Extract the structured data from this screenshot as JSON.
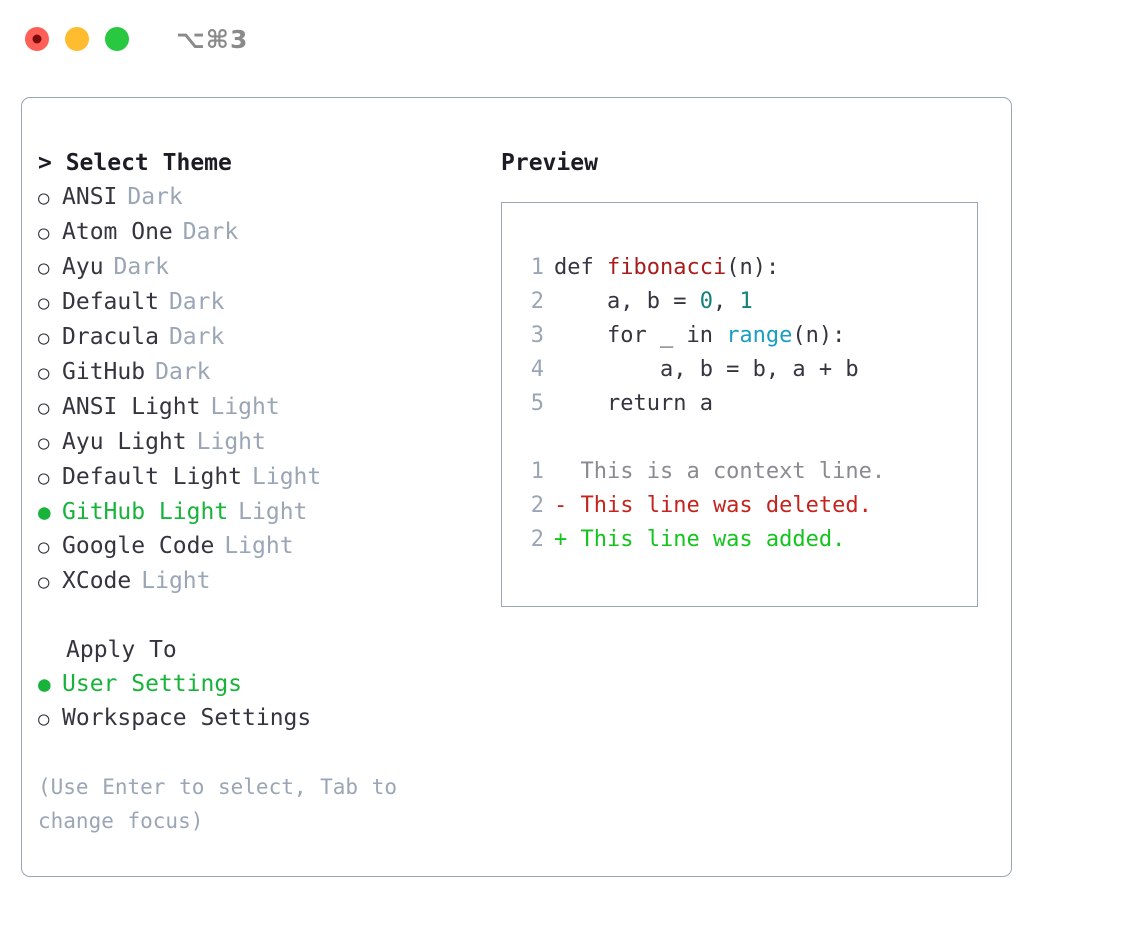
{
  "window": {
    "traffic_lights": [
      "close",
      "minimize",
      "maximize"
    ],
    "shortcut_label": "⌥⌘3"
  },
  "theme_picker": {
    "header": "> Select Theme",
    "items": [
      {
        "marker": "○",
        "label": "ANSI",
        "kind": "Dark",
        "selected": false
      },
      {
        "marker": "○",
        "label": "Atom One",
        "kind": "Dark",
        "selected": false
      },
      {
        "marker": "○",
        "label": "Ayu",
        "kind": "Dark",
        "selected": false
      },
      {
        "marker": "○",
        "label": "Default",
        "kind": "Dark",
        "selected": false
      },
      {
        "marker": "○",
        "label": "Dracula",
        "kind": "Dark",
        "selected": false
      },
      {
        "marker": "○",
        "label": "GitHub",
        "kind": "Dark",
        "selected": false
      },
      {
        "marker": "○",
        "label": "ANSI Light",
        "kind": "Light",
        "selected": false
      },
      {
        "marker": "○",
        "label": "Ayu Light",
        "kind": "Light",
        "selected": false
      },
      {
        "marker": "○",
        "label": "Default Light",
        "kind": "Light",
        "selected": false
      },
      {
        "marker": "●",
        "label": "GitHub Light",
        "kind": "Light",
        "selected": true
      },
      {
        "marker": "○",
        "label": "Google Code",
        "kind": "Light",
        "selected": false
      },
      {
        "marker": "○",
        "label": "XCode",
        "kind": "Light",
        "selected": false
      }
    ]
  },
  "apply_to": {
    "header": "Apply To",
    "items": [
      {
        "marker": "●",
        "label": "User Settings",
        "selected": true
      },
      {
        "marker": "○",
        "label": "Workspace Settings",
        "selected": false
      }
    ]
  },
  "hint": "(Use Enter to select, Tab to change focus)",
  "preview": {
    "header": "Preview",
    "code_lines": [
      {
        "number": "1",
        "segments": [
          {
            "text": "def ",
            "token": "kw"
          },
          {
            "text": "fibonacci",
            "token": "fn"
          },
          {
            "text": "(n):",
            "token": "kw"
          }
        ]
      },
      {
        "number": "2",
        "segments": [
          {
            "text": "    a, b = ",
            "token": "kw"
          },
          {
            "text": "0",
            "token": "num"
          },
          {
            "text": ", ",
            "token": "kw"
          },
          {
            "text": "1",
            "token": "num"
          }
        ]
      },
      {
        "number": "3",
        "segments": [
          {
            "text": "    for _ in ",
            "token": "kw"
          },
          {
            "text": "range",
            "token": "call"
          },
          {
            "text": "(n):",
            "token": "kw"
          }
        ]
      },
      {
        "number": "4",
        "segments": [
          {
            "text": "        a, b = b, a + b",
            "token": "kw"
          }
        ]
      },
      {
        "number": "5",
        "segments": [
          {
            "text": "    return a",
            "token": "kw"
          }
        ]
      }
    ],
    "diff_lines": [
      {
        "number": "1",
        "text": "  This is a context line.",
        "kind": "ctx"
      },
      {
        "number": "2",
        "text": "- This line was deleted.",
        "kind": "del"
      },
      {
        "number": "2",
        "text": "+ This line was added.",
        "kind": "add"
      }
    ]
  },
  "colors": {
    "accent_green": "#18b33a",
    "muted": "#9aa5b5",
    "text": "#35353f",
    "border": "#9aa5b5",
    "fn_red": "#a81c1c",
    "num_teal": "#14807a",
    "call_blue": "#1a9ec4",
    "diff_add": "#14c41e",
    "diff_del": "#c4241e"
  }
}
